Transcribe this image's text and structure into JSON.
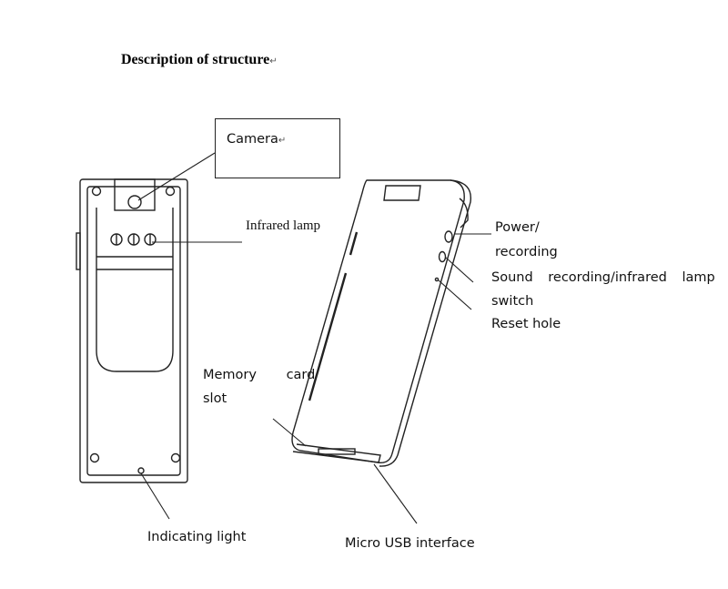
{
  "title": "Description of structure",
  "return_mark": "↵",
  "labels": {
    "camera": "Camera",
    "infrared_lamp": "Infrared lamp",
    "power_line1": "Power/",
    "power_line2": "recording",
    "sound_line1": "Sound recording/infrared lamp",
    "sound_line2": "switch",
    "reset": "Reset hole",
    "memory_line1": "Memory card",
    "memory_line2": "slot",
    "indicating": "Indicating light",
    "usb": "Micro USB interface"
  }
}
